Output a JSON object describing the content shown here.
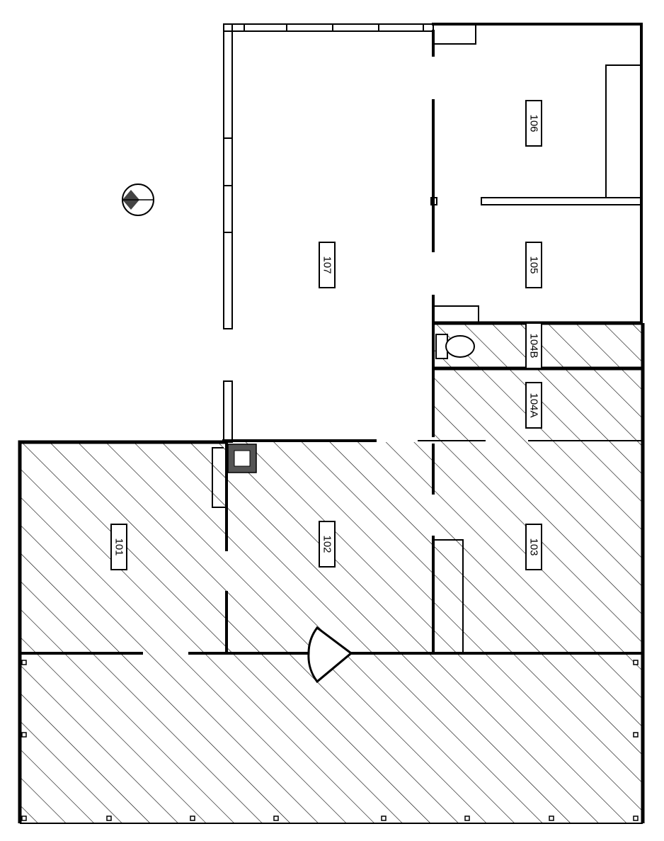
{
  "rooms": [
    {
      "id": "r101",
      "label": "101"
    },
    {
      "id": "r102",
      "label": "102"
    },
    {
      "id": "r103",
      "label": "103"
    },
    {
      "id": "r104A",
      "label": "104A"
    },
    {
      "id": "r104B",
      "label": "104B"
    },
    {
      "id": "r105",
      "label": "105"
    },
    {
      "id": "r106",
      "label": "106"
    },
    {
      "id": "r107",
      "label": "107"
    }
  ],
  "icons": {
    "north_arrow": "north-arrow-icon",
    "toilet": "toilet-icon",
    "door": "door-swing-icon",
    "chimney": "chimney-icon"
  },
  "colors": {
    "line": "#000000",
    "background": "#ffffff"
  }
}
